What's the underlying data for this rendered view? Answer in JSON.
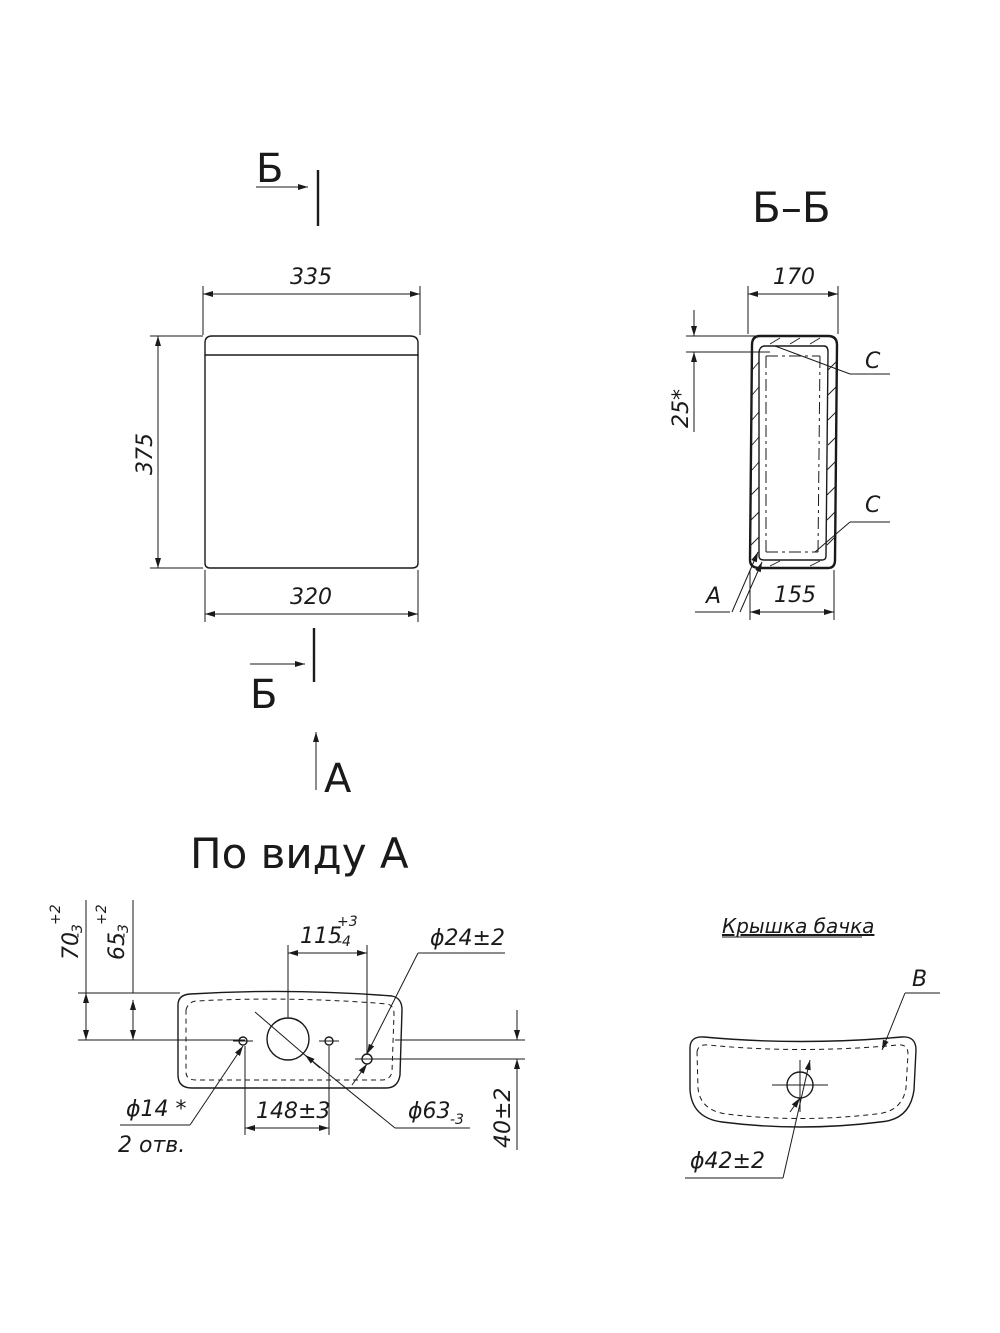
{
  "front_view": {
    "section_mark_top": "Б",
    "section_mark_bottom": "Б",
    "dim_top_width": "335",
    "dim_height": "375",
    "dim_bottom_width": "320",
    "view_arrow": "A"
  },
  "section_view": {
    "title": "Б–Б",
    "dim_top": "170",
    "dim_bottom": "155",
    "dim_offset": "25*",
    "label_c_top": "C",
    "label_c_bottom": "C",
    "label_a": "A"
  },
  "view_a": {
    "title": "По виду А",
    "dim_70": "70",
    "dim_70_tol": "-3",
    "dim_70_tol_up": "+2",
    "dim_65": "65",
    "dim_65_tol": "-3",
    "dim_65_tol_up": "+2",
    "dim_115": "115",
    "dim_115_tol_up": "+3",
    "dim_115_tol_down": "-4",
    "dim_24": "ϕ24±2",
    "dim_14": "ϕ14 *",
    "holes_note": "2 отв.",
    "dim_148": "148±3",
    "dim_63": "ϕ63",
    "dim_63_tol": "-3",
    "dim_40": "40±2"
  },
  "lid": {
    "title": "Крышка бачка",
    "label_b": "B",
    "dim_42": "ϕ42±2"
  }
}
